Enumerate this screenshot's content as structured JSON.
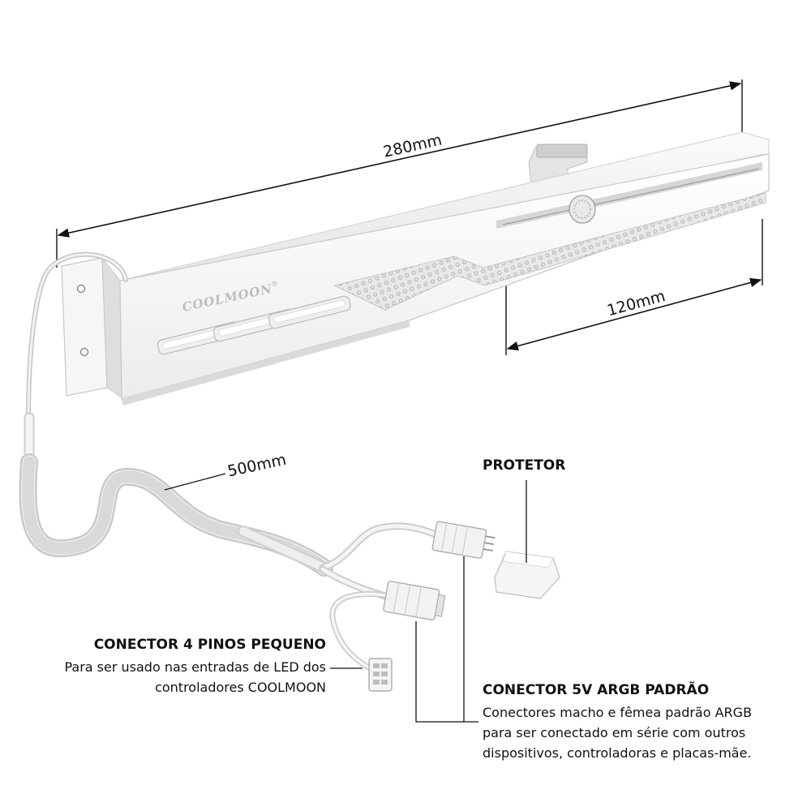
{
  "dimensions": {
    "length_total": "280mm",
    "length_extension": "120mm",
    "cable_length": "500mm"
  },
  "product": {
    "brand": "COOLMOON",
    "brand_mark": "®"
  },
  "callouts": {
    "protector": {
      "title": "PROTETOR"
    },
    "small_connector": {
      "title": "CONECTOR 4 PINOS PEQUENO",
      "lines": [
        "Para ser usado nas entradas de LED dos",
        "controladores COOLMOON"
      ]
    },
    "argb_connector": {
      "title": "CONECTOR 5V ARGB PADRÃO",
      "lines": [
        "Conectores macho e fêmea padrão ARGB",
        "para ser conectado em série com outros",
        "dispositivos, controladoras e placas-mãe."
      ]
    }
  },
  "colors": {
    "bracket_face": "#f7f7f7",
    "bracket_edge": "#c8c8c8",
    "cable": "#e6e6e6",
    "line": "#111111"
  }
}
